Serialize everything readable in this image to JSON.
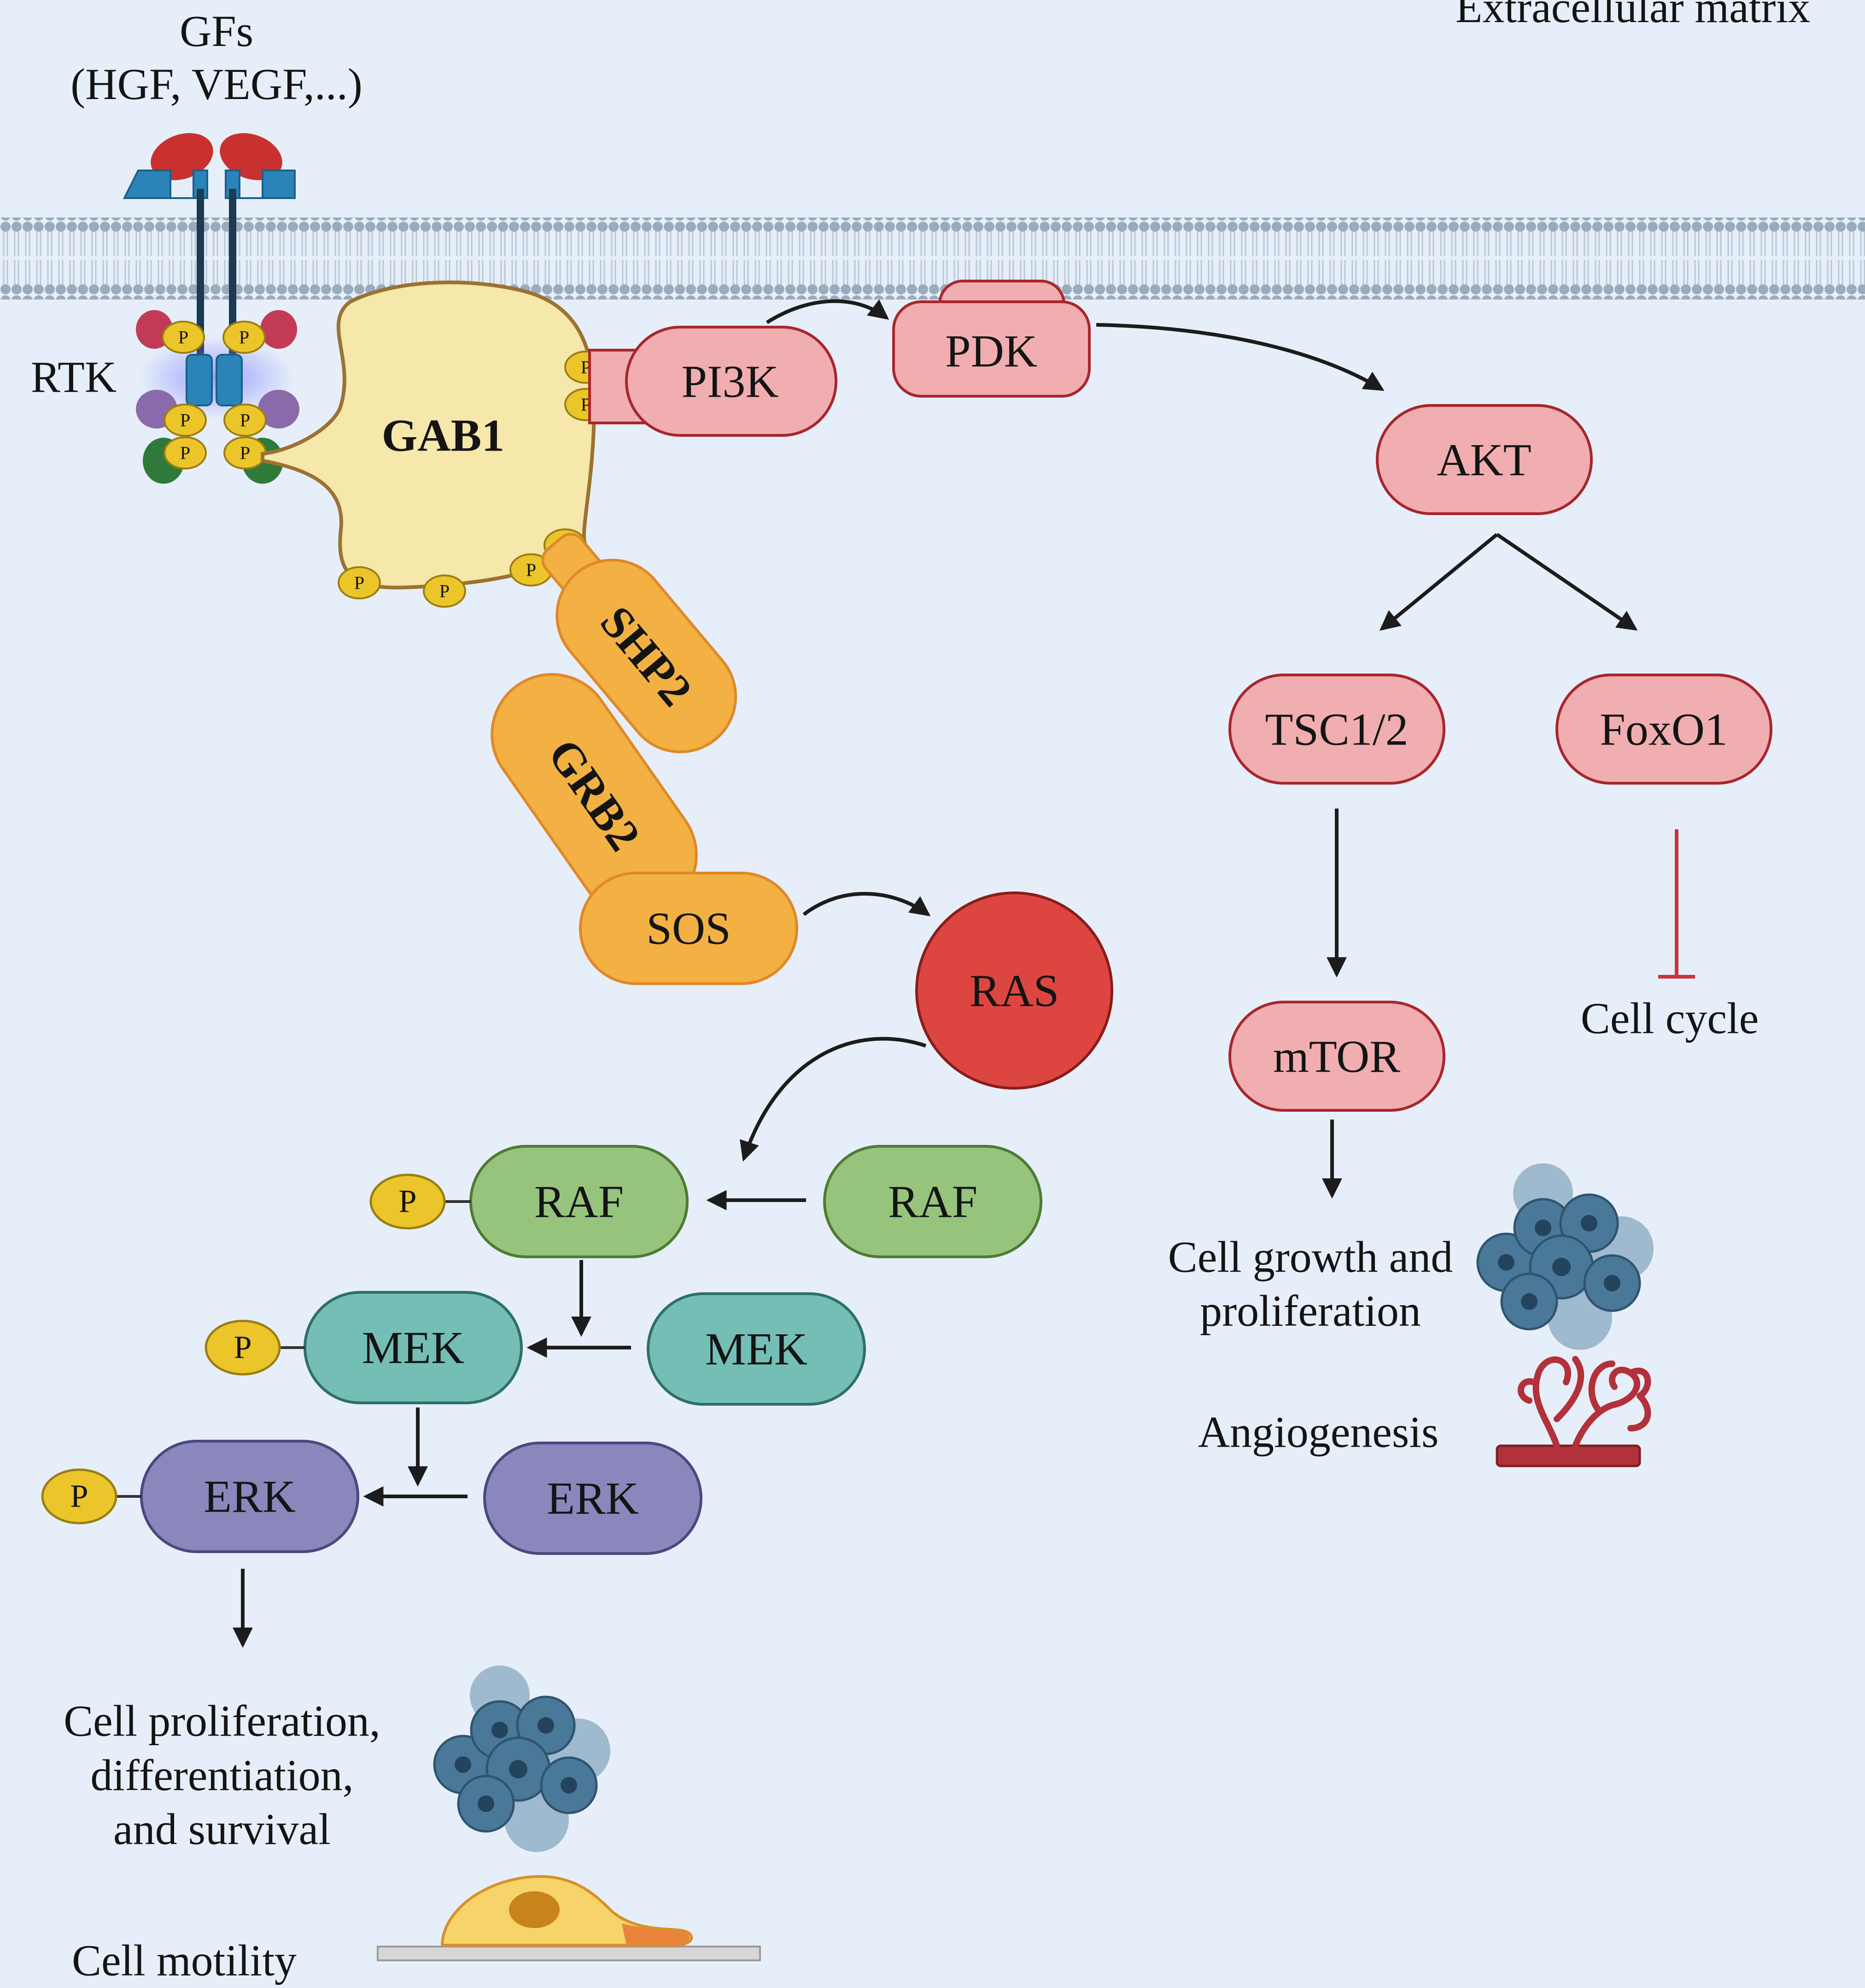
{
  "labels": {
    "extracellular": "Extracellular matrix",
    "gfs_line1": "GFs",
    "gfs_line2": "(HGF, VEGF,...)",
    "rtk": "RTK",
    "phospho": "P"
  },
  "nodes": {
    "gab1": "GAB1",
    "pi3k": "PI3K",
    "pdk": "PDK",
    "akt": "AKT",
    "tsc": "TSC1/2",
    "foxo1": "FoxO1",
    "mtor": "mTOR",
    "shp2": "SHP2",
    "grb2": "GRB2",
    "sos": "SOS",
    "ras": "RAS",
    "raf_active": "RAF",
    "raf_inactive": "RAF",
    "mek_active": "MEK",
    "mek_inactive": "MEK",
    "erk_active": "ERK",
    "erk_inactive": "ERK"
  },
  "outcomes": {
    "cell_cycle": "Cell cycle",
    "growth_line1": "Cell growth and",
    "growth_line2": "proliferation",
    "angiogenesis": "Angiogenesis",
    "erk_line1": "Cell proliferation,",
    "erk_line2": "differentiation,",
    "erk_line3": "and survival",
    "motility": "Cell motility"
  },
  "colors": {
    "background": "#e6eff9",
    "membrane": "#9aabbd",
    "pink_fill": "#f0aeb0",
    "pink_stroke": "#a8262d",
    "gab1_fill": "#f6e7aa",
    "gab1_stroke": "#9b7233",
    "orange_fill": "#f2b142",
    "orange_stroke": "#e0882a",
    "ras_fill": "#dd4640",
    "raf_fill": "#97c47d",
    "raf_stroke": "#4f7a33",
    "mek_fill": "#74beb6",
    "mek_stroke": "#2e6f6a",
    "erk_fill": "#8987bc",
    "erk_stroke": "#4a4880",
    "phospho_fill": "#ebc52a",
    "phospho_stroke": "#9a7e12",
    "inhibit": "#c9353b",
    "receptor_blue": "#2a84b8",
    "gf_red": "#c8312f",
    "cells": "#4a7898"
  }
}
